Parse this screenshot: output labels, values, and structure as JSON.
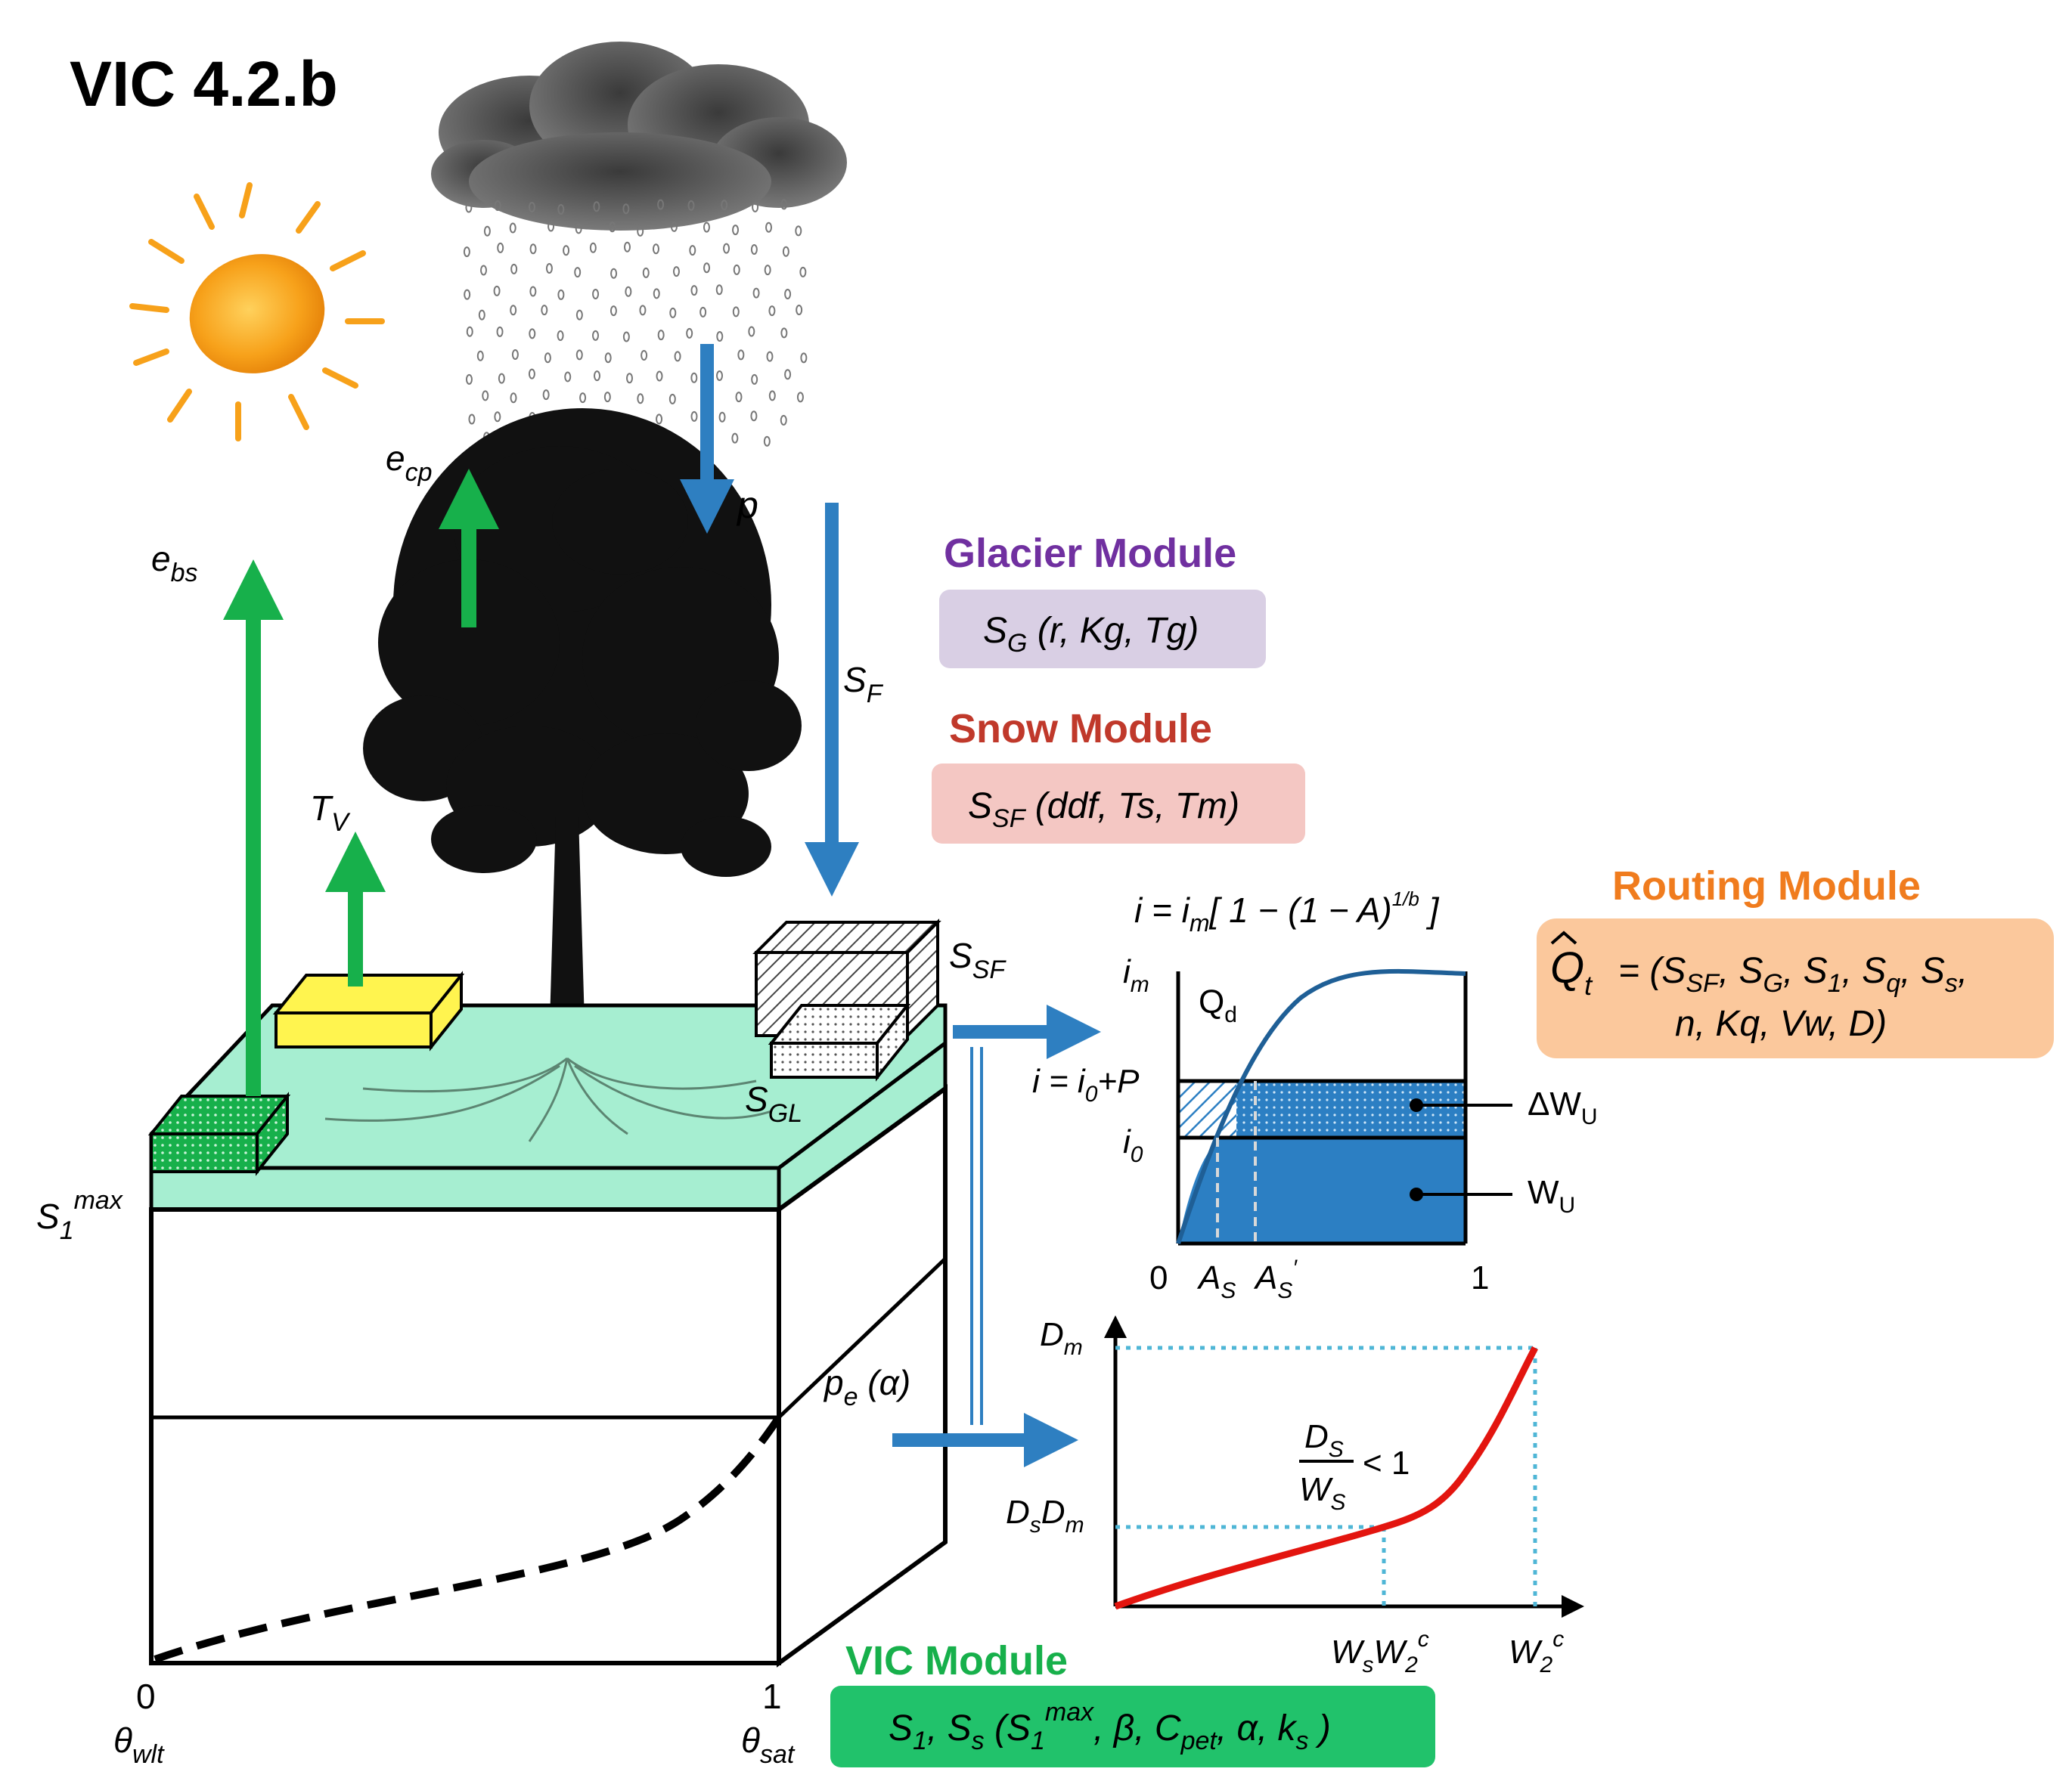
{
  "title": "VIC 4.2.b",
  "flux_labels": {
    "ecp": {
      "base": "e",
      "sub": "cp"
    },
    "ebs": {
      "base": "e",
      "sub": "bs"
    },
    "tv": {
      "base": "T",
      "sub": "V"
    },
    "p": "p",
    "sf": {
      "base": "S",
      "sub": "F"
    },
    "ssf": {
      "base": "S",
      "sub": "SF"
    },
    "sgl": {
      "base": "S",
      "sub": "GL"
    },
    "s1max": {
      "base": "S",
      "sub": "1",
      "sup": "max"
    },
    "pe": {
      "base": "p",
      "sub": "e",
      "rest": " (α)"
    },
    "theta_wlt": {
      "base": "θ",
      "sub": "wlt"
    },
    "theta_sat": {
      "base": "θ",
      "sub": "sat"
    },
    "zero": "0",
    "one": "1"
  },
  "modules": {
    "glacier": {
      "title": "Glacier Module",
      "params": "S_G (r, Kg, Tg)",
      "color": "#7030a0",
      "fill": "#d9cfe4"
    },
    "snow": {
      "title": "Snow Module",
      "params": "S_SF (ddf, Ts, Tm)",
      "color": "#c0392b",
      "fill": "#f4c7c3"
    },
    "routing": {
      "title": "Routing Module",
      "params_line1": "= (S_SF, S_G, S_1, S_q, S_s,",
      "params_line2": "n, Kq, Vw, D)",
      "qhat": "Q",
      "qhat_sub": "t",
      "color": "#f07c1e",
      "fill": "#fbc89c"
    },
    "vic": {
      "title": "VIC Module",
      "params": "S_1, S_s (S_1^max, β, C_pet, α, k_s)",
      "color": "#1db954",
      "fill": "#21c26b"
    }
  },
  "infiltration_chart": {
    "formula": "i = i_m[ 1 − (1 − A)^(1/b) ]",
    "ylabels": [
      "i_m",
      "i = i_0+P",
      "i_0"
    ],
    "region_labels": [
      "Q_d",
      "ΔW_U",
      "W_U"
    ],
    "xlabels": [
      "0",
      "A_S",
      "A_S'",
      "1"
    ]
  },
  "baseflow_chart": {
    "ylabels": [
      "D_m",
      "D_s D_m"
    ],
    "xlabels": [
      "W_s W_2^c",
      "W_2^c"
    ],
    "inequality": "D_S / W_S < 1"
  },
  "colors": {
    "blue_arrow": "#2e7fc1",
    "green_arrow": "#17b04b",
    "soil_top": "#a6eed1",
    "chart_blue": "#2c7fc3",
    "curve_red": "#e3150f",
    "dotted_cyan": "#4fb6d6"
  }
}
